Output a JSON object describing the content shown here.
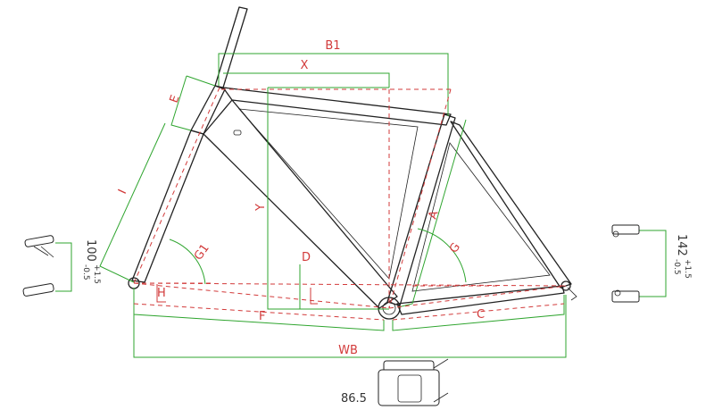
{
  "labels": {
    "b1": "B1",
    "x": "X",
    "e": "E",
    "i": "I",
    "y": "Y",
    "a": "A",
    "g1": "G1",
    "g": "G",
    "d": "D",
    "h": "H",
    "f": "F",
    "c": "C",
    "wb": "WB"
  },
  "annotations": {
    "front_spacing": "100",
    "front_tol_plus": "+1.5",
    "front_tol_minus": "-0.5",
    "rear_spacing": "142",
    "rear_tol_plus": "+1.5",
    "rear_tol_minus": "-0.5",
    "bb_width": "86.5"
  },
  "colors": {
    "dimension_green": "#2fa52f",
    "dimension_red": "#d23a3a",
    "frame_line": "#222222"
  }
}
